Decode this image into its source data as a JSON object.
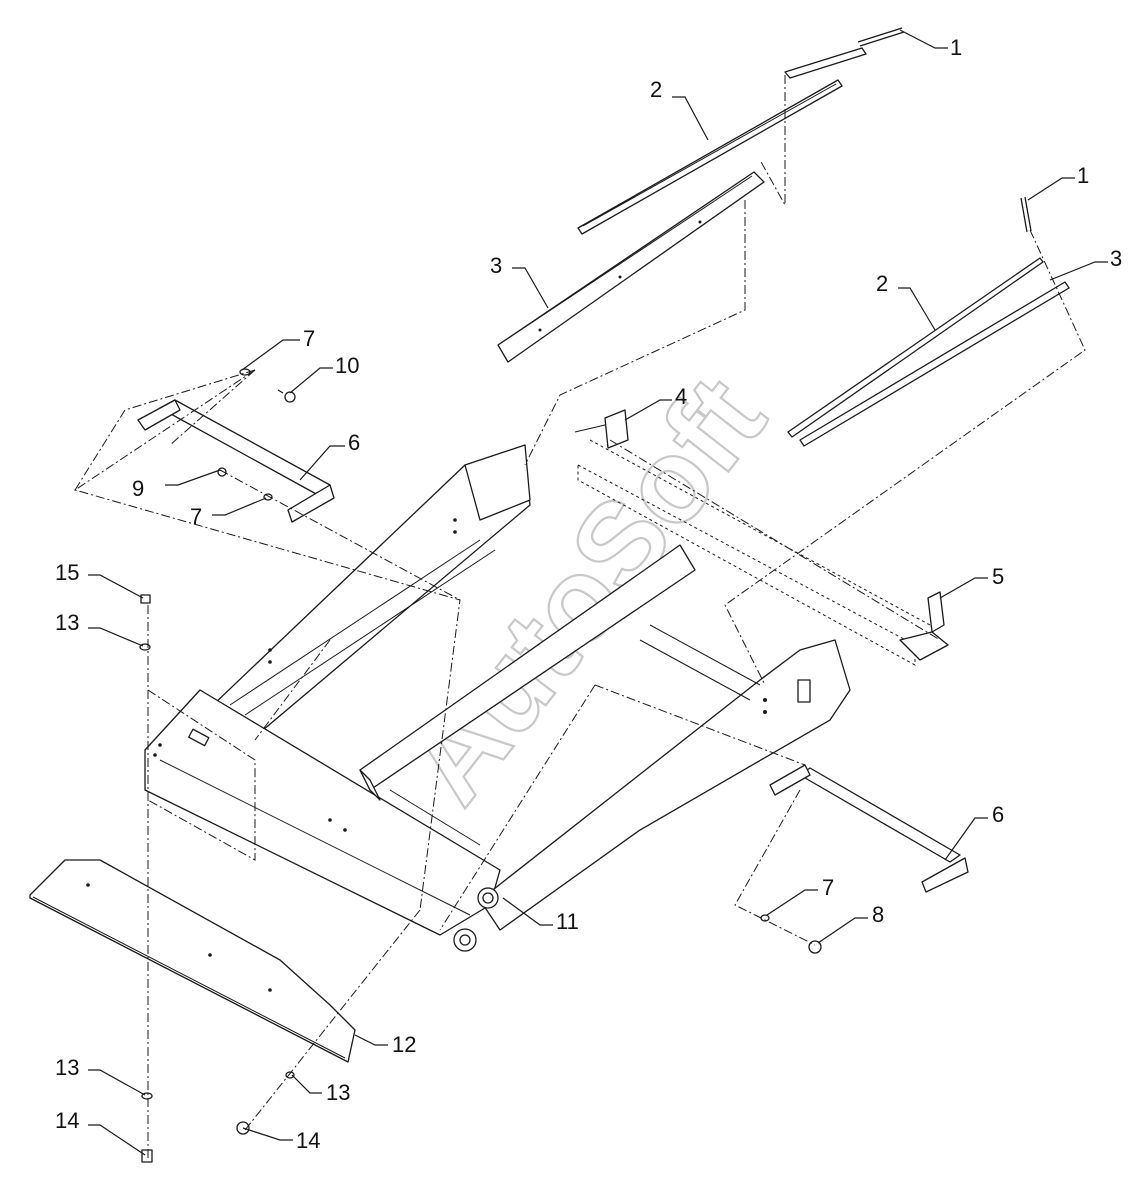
{
  "watermark": "AutoSoft",
  "colors": {
    "line": "#1a1a1a",
    "watermark": "#c8c8c8",
    "background": "#ffffff"
  },
  "callouts": [
    {
      "id": "c1a",
      "label": "1"
    },
    {
      "id": "c2a",
      "label": "2"
    },
    {
      "id": "c3a",
      "label": "3"
    },
    {
      "id": "c1b",
      "label": "1"
    },
    {
      "id": "c2b",
      "label": "2"
    },
    {
      "id": "c3b",
      "label": "3"
    },
    {
      "id": "c7a",
      "label": "7"
    },
    {
      "id": "c10",
      "label": "10"
    },
    {
      "id": "c4",
      "label": "4"
    },
    {
      "id": "c6a",
      "label": "6"
    },
    {
      "id": "c9",
      "label": "9"
    },
    {
      "id": "c7b",
      "label": "7"
    },
    {
      "id": "c15",
      "label": "15"
    },
    {
      "id": "c13a",
      "label": "13"
    },
    {
      "id": "c5",
      "label": "5"
    },
    {
      "id": "c6b",
      "label": "6"
    },
    {
      "id": "c11",
      "label": "11"
    },
    {
      "id": "c7c",
      "label": "7"
    },
    {
      "id": "c8",
      "label": "8"
    },
    {
      "id": "c12",
      "label": "12"
    },
    {
      "id": "c13b",
      "label": "13"
    },
    {
      "id": "c13c",
      "label": "13"
    },
    {
      "id": "c14a",
      "label": "14"
    },
    {
      "id": "c14b",
      "label": "14"
    }
  ]
}
